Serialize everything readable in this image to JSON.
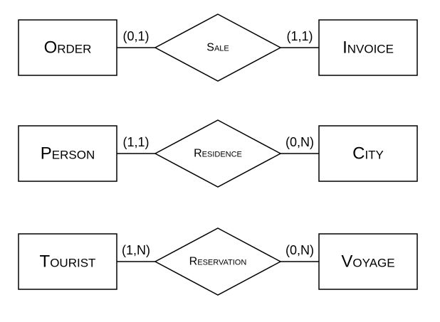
{
  "relationships": [
    {
      "left_entity": "Order",
      "left_cardinality": "(0,1)",
      "relationship": "Sale",
      "right_cardinality": "(1,1)",
      "right_entity": "Invoice"
    },
    {
      "left_entity": "Person",
      "left_cardinality": "(1,1)",
      "relationship": "Residence",
      "right_cardinality": "(0,N)",
      "right_entity": "City"
    },
    {
      "left_entity": "Tourist",
      "left_cardinality": "(1,N)",
      "relationship": "Reservation",
      "right_cardinality": "(0,N)",
      "right_entity": "Voyage"
    }
  ]
}
